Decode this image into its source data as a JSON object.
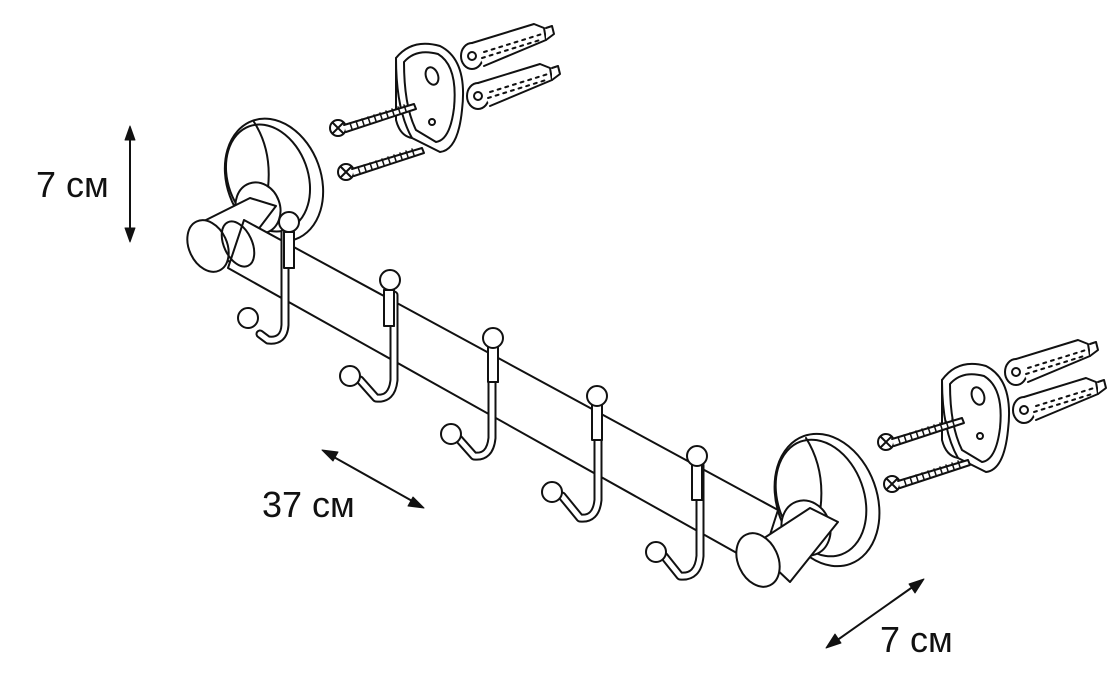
{
  "dimensions": {
    "height": "7 см",
    "length": "37 см",
    "depth": "7 см"
  },
  "colors": {
    "line": "#111111",
    "background": "#ffffff"
  },
  "product": {
    "hook_count": 5,
    "wall_mounts": 2
  }
}
